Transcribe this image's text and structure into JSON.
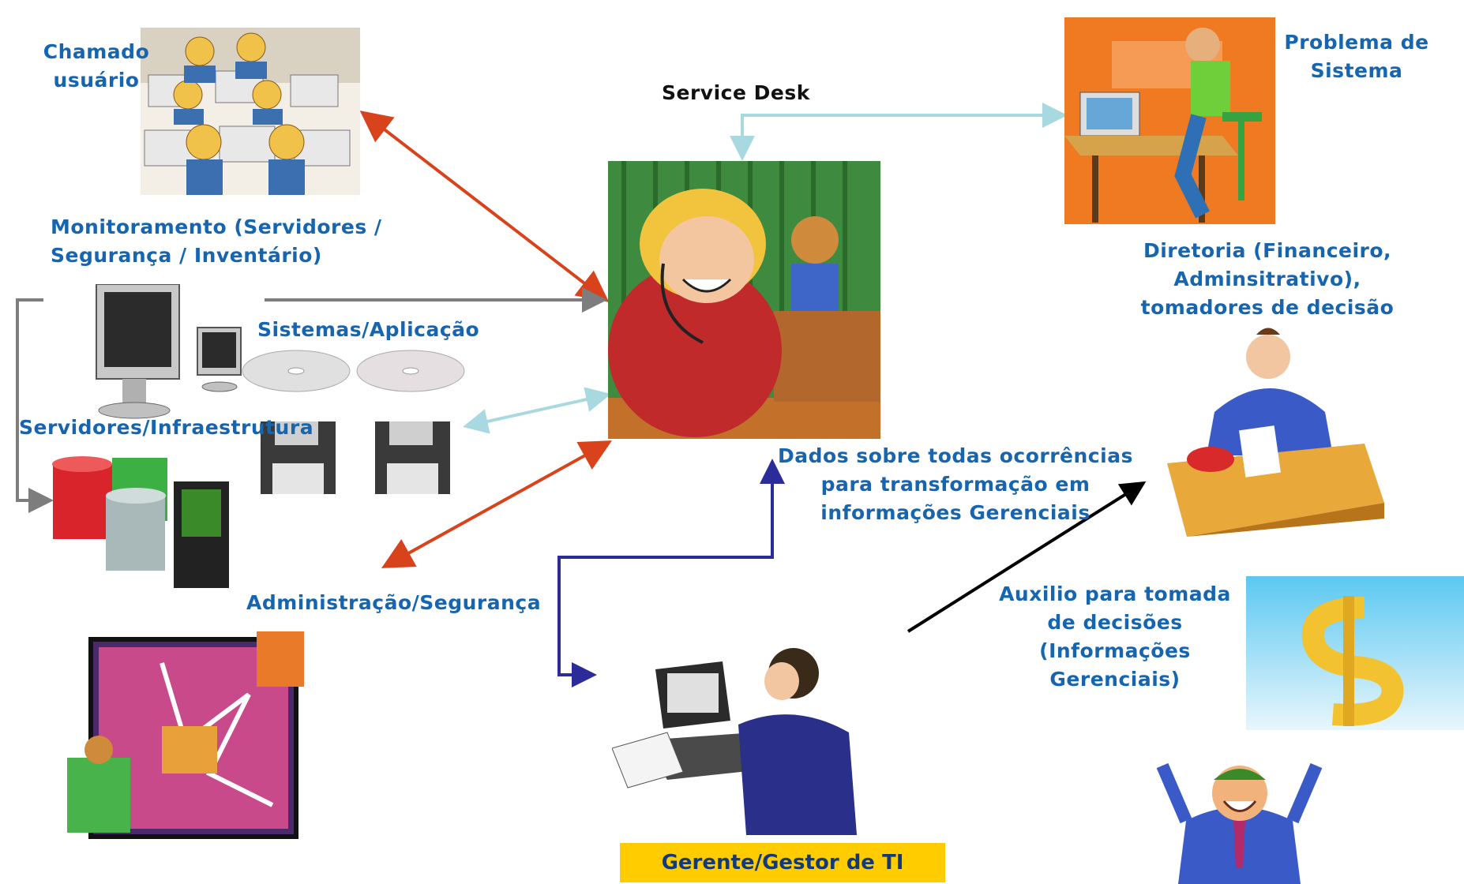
{
  "labels": {
    "chamado_line1": "Chamado",
    "chamado_line2": "usuário",
    "service_desk": "Service Desk",
    "problema_line1": "Problema de",
    "problema_line2": "Sistema",
    "monitoramento_line1": "Monitoramento (Servidores /",
    "monitoramento_line2": "Segurança / Inventário)",
    "sistemas": "Sistemas/Aplicação",
    "servidores": "Servidores/Infraestrutura",
    "administracao": "Administração/Segurança",
    "dados_line1": "Dados sobre todas ocorrências",
    "dados_line2": "para transformação em",
    "dados_line3": "informações Gerenciais",
    "diretoria_line1": "Diretoria (Financeiro,",
    "diretoria_line2": "Adminsitrativo),",
    "diretoria_line3": "tomadores de decisão",
    "auxilio_line1": "Auxilio para tomada",
    "auxilio_line2": "de decisões",
    "auxilio_line3": "(Informações",
    "auxilio_line4": "Gerenciais)",
    "gerente": "Gerente/Gestor de TI"
  },
  "colors": {
    "label_blue": "#1565b0",
    "arrow_red": "#d9431c",
    "arrow_gray": "#7d7d7d",
    "arrow_lightblue": "#a9d9e0",
    "arrow_navy": "#2b2b9a",
    "arrow_black": "#000000",
    "gestor_box": "#ffcc00"
  }
}
